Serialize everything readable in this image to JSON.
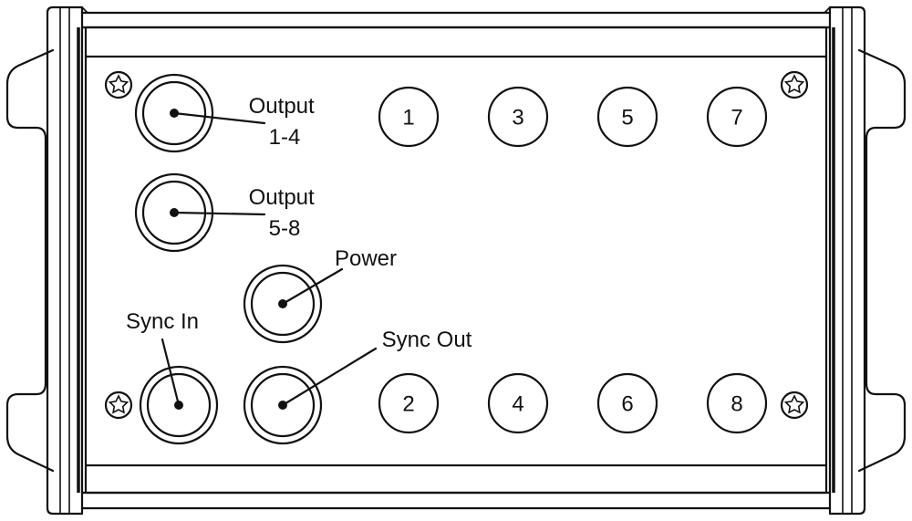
{
  "labels": {
    "output_1_4": [
      "Output",
      "1-4"
    ],
    "output_5_8": [
      "Output",
      "5-8"
    ],
    "power": "Power",
    "sync_in": "Sync In",
    "sync_out": "Sync Out"
  },
  "channels": [
    "1",
    "3",
    "5",
    "7",
    "2",
    "4",
    "6",
    "8"
  ],
  "colors": {
    "line": "#111111",
    "background": "#ffffff"
  }
}
